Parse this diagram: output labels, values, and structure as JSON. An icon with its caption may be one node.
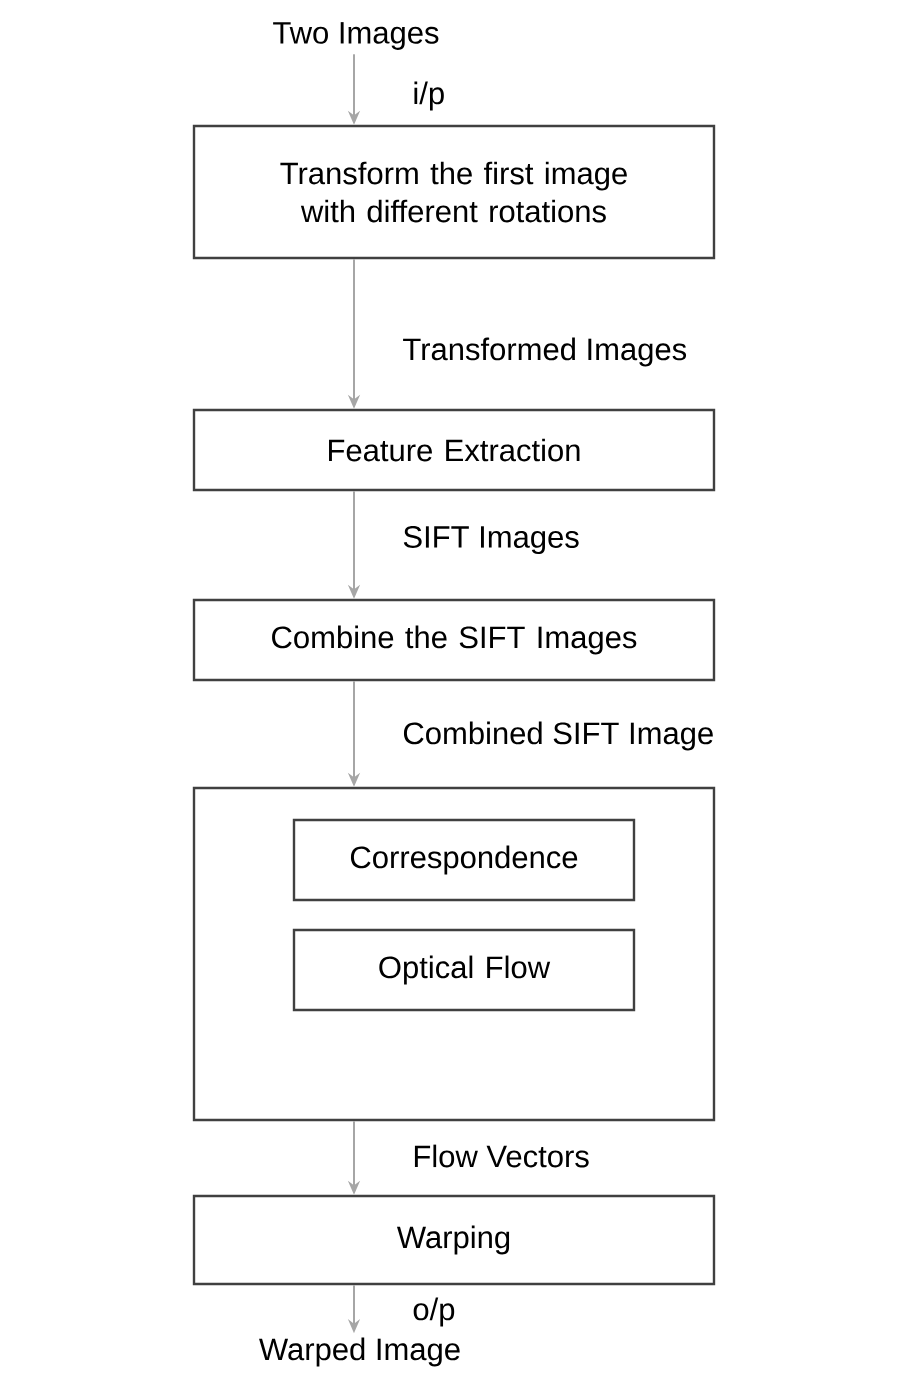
{
  "diagram": {
    "nodes": [
      {
        "text": [
          "Two Images"
        ]
      },
      {
        "text": [
          "Transform the first image with different rotations"
        ]
      },
      {
        "text": [
          "Feature Extraction"
        ]
      },
      {
        "text": [
          "Combine the SIFT Images"
        ]
      },
      {
        "text": [],
        "shape": "box"
      },
      {
        "text": [
          "Correspondence"
        ],
        "in": 4
      },
      {
        "text": [
          "Optical Flow"
        ],
        "in": 4
      },
      {
        "text": [
          "Warping"
        ]
      },
      {
        "text": [
          "Warped Image"
        ]
      }
    ],
    "edges": [
      {
        "from": 0,
        "to": 1,
        "arrow": "to",
        "label": "i/p"
      },
      {
        "from": 1,
        "to": 2,
        "arrow": "to",
        "label": "Transformed Images"
      },
      {
        "from": 2,
        "to": 3,
        "arrow": "to",
        "label": "SIFT Images"
      },
      {
        "from": 3,
        "to": 4,
        "arrow": "to",
        "label": "Combined SIFT Image"
      },
      {
        "from": 4,
        "to": 7,
        "arrow": "to",
        "label": "Flow Vectors"
      },
      {
        "from": 7,
        "to": 8,
        "arrow": "to",
        "label": "o/p"
      }
    ]
  }
}
